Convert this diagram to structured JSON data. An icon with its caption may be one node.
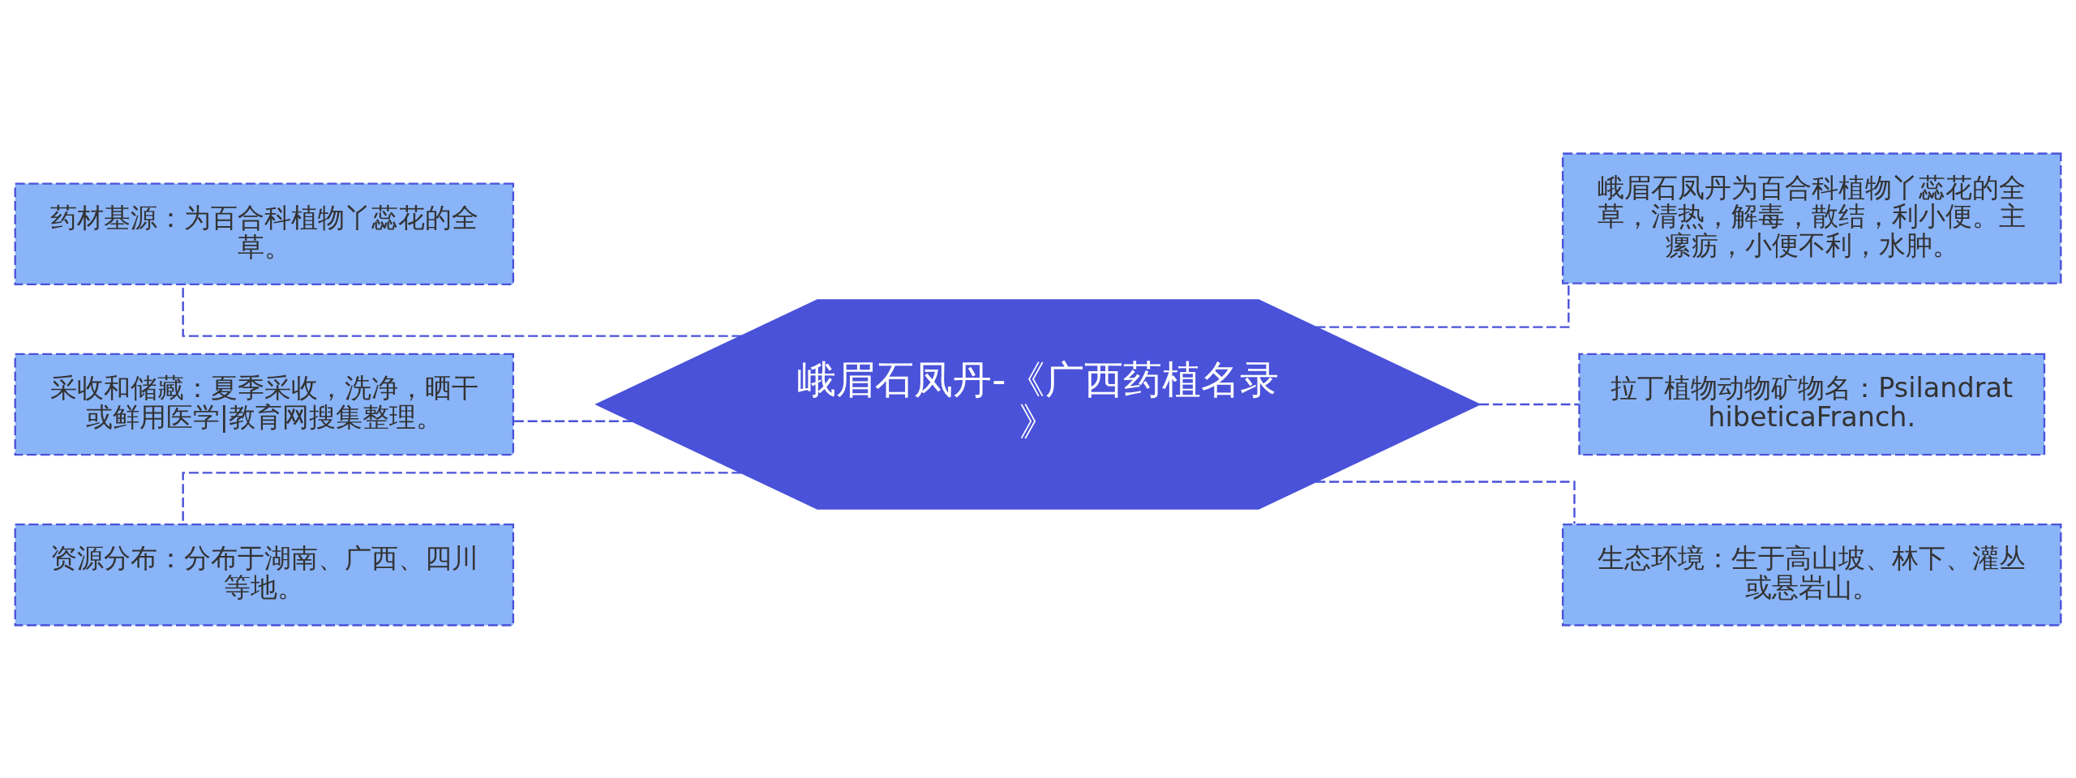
{
  "diagram": {
    "nodes": [
      {
        "text": [
          "峨眉石凤丹-《广西药植名录》"
        ]
      },
      {
        "text": [
          "药材基源：为百合科植物丫蕊花的全草。"
        ]
      },
      {
        "text": [
          "采收和储藏：夏季采收，洗净，晒干或鲜用医学|教育网搜集整理。"
        ]
      },
      {
        "text": [
          "资源分布：分布于湖南、广西、四川等地。"
        ]
      },
      {
        "text": [
          "峨眉石凤丹为百合科植物丫蕊花的全草，清热，解毒，散结，利小便。主瘰疬，小便不利，水肿。"
        ]
      },
      {
        "text": [
          "拉丁植物动物矿物名：PsilandrathibeticaFranch."
        ]
      },
      {
        "text": [
          "生态环境：生于高山坡、林下、灌丛或悬岩山。"
        ]
      }
    ],
    "edges": [
      {
        "from": 0,
        "to": 1,
        "arrow": "none",
        "style": "dashed"
      },
      {
        "from": 0,
        "to": 2,
        "arrow": "none",
        "style": "dashed"
      },
      {
        "from": 0,
        "to": 3,
        "arrow": "none",
        "style": "dashed"
      },
      {
        "from": 0,
        "to": 4,
        "arrow": "none",
        "style": "dashed"
      },
      {
        "from": 0,
        "to": 5,
        "arrow": "none",
        "style": "dashed"
      },
      {
        "from": 0,
        "to": 6,
        "arrow": "none",
        "style": "dashed"
      }
    ]
  }
}
